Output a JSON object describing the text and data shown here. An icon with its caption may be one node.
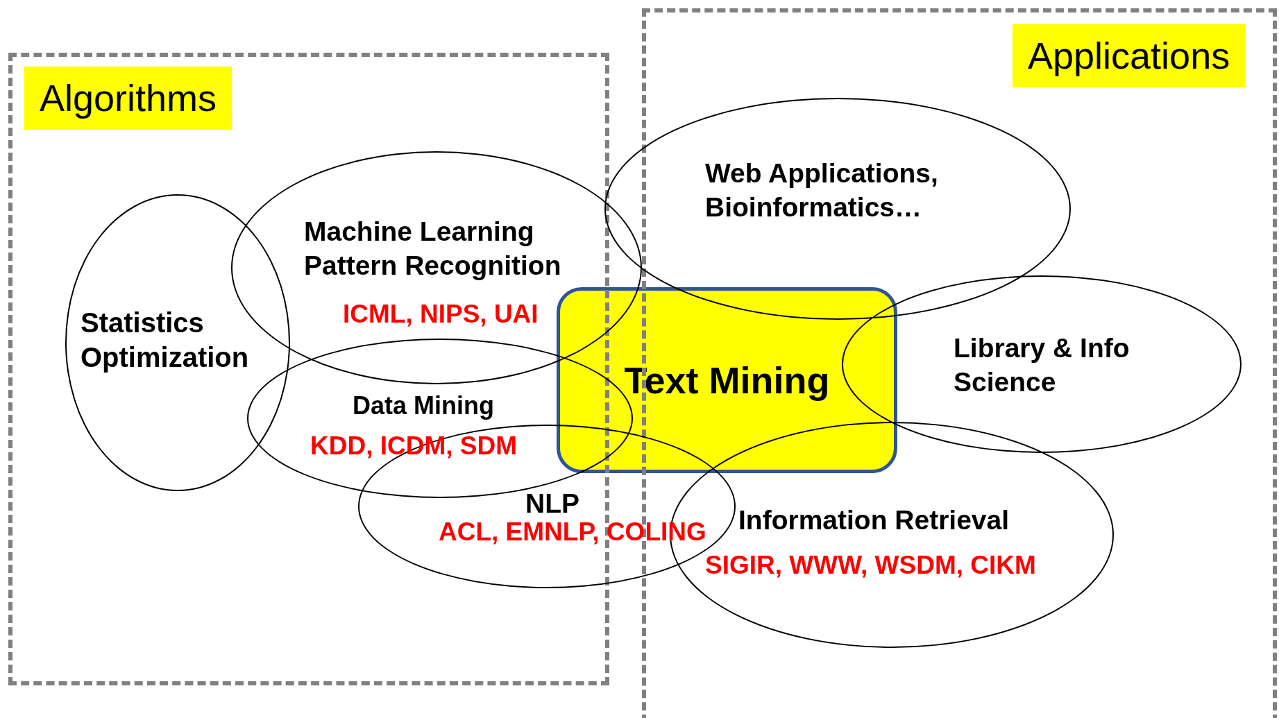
{
  "diagram": {
    "nodes": [
      {
        "text": [
          "Algorithms"
        ]
      },
      {
        "text": [
          "Applications"
        ]
      },
      {
        "text": [
          "Statistics Optimization"
        ],
        "in": 0
      },
      {
        "text": [
          "Machine Learning Pattern Recognition",
          "ICML, NIPS, UAI"
        ]
      },
      {
        "text": [
          "Web Applications, Bioinformatics…"
        ]
      },
      {
        "text": [
          "Data Mining",
          "KDD, ICDM, SDM"
        ]
      },
      {
        "text": [
          "Text Mining"
        ]
      },
      {
        "text": [
          "Library & Info Science"
        ],
        "in": 1
      },
      {
        "text": [
          "NLP",
          "ACL, EMNLP, COLING"
        ]
      },
      {
        "text": [
          "Information Retrieval",
          "SIGIR, WWW, WSDM, CIKM"
        ],
        "in": 1
      }
    ],
    "edges": []
  }
}
